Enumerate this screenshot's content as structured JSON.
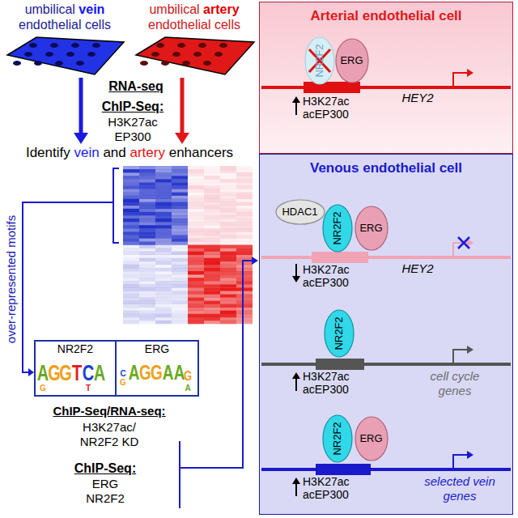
{
  "diagram": {
    "nodes": [
      {
        "text": [
          "umbilical vein endothelial cells"
        ]
      },
      {
        "text": [
          "umbilical artery endothelial cells"
        ]
      },
      {
        "text": [
          "NR2F2"
        ]
      },
      {
        "text": [
          "ERG"
        ]
      },
      {
        "text": [
          "Arterial endothelial cell"
        ]
      },
      {
        "text": [
          "NR2F2"
        ],
        "in": 4
      },
      {
        "text": [
          "ERG"
        ],
        "in": 4
      },
      {
        "text": [
          "Venous endothelial cell"
        ]
      },
      {
        "text": [
          "HDAC1"
        ],
        "in": 7
      },
      {
        "text": [
          "NR2F2"
        ],
        "in": 7
      },
      {
        "text": [
          "ERG"
        ],
        "in": 7
      },
      {
        "text": [
          "NR2F2"
        ],
        "in": 7
      },
      {
        "text": [
          "NR2F2"
        ],
        "in": 7
      },
      {
        "text": [
          "ERG"
        ],
        "in": 7
      }
    ],
    "labels": [
      "RNA-seq",
      "ChIP-Seq:",
      "H3K27ac",
      "EP300",
      "Identify vein and artery enhancers",
      "over-represented motifs",
      "A",
      "G",
      "G",
      "G",
      "T",
      "C",
      "T",
      "A",
      "C",
      "G",
      "A",
      "G",
      "G",
      "A",
      "A",
      "G",
      "A",
      "ChIP-Seq/RNA-seq:",
      "H3K27ac/ NR2F2 KD",
      "ChIP-Seq:",
      "ERG",
      "NR2F2",
      "H3K27ac",
      "acEP300",
      "HEY2",
      "H3K27ac",
      "acEP300",
      "HEY2",
      "H3K27ac",
      "acEP300",
      "cell cycle genes",
      "H3K27ac",
      "acEP300",
      "selected vein genes"
    ]
  }
}
